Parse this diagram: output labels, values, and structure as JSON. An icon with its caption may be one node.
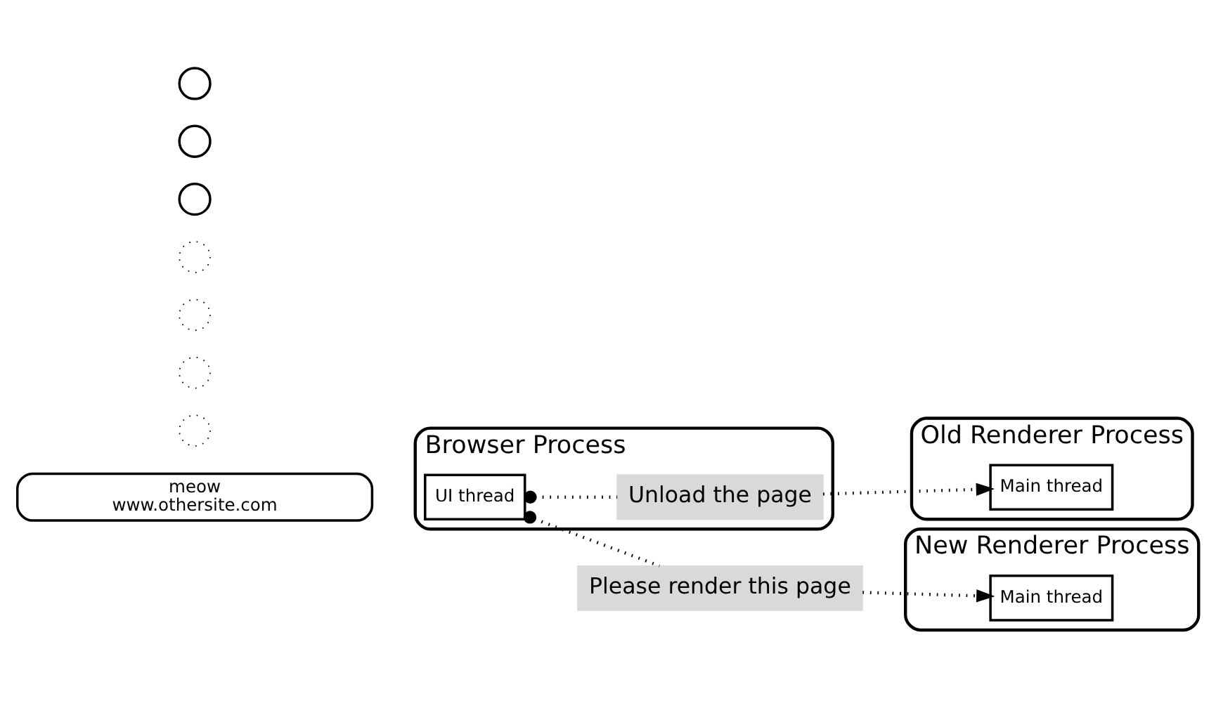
{
  "diagram": {
    "nodes": [
      {
        "text": [
          "meow",
          "www.othersite.com"
        ]
      },
      {
        "text": [
          "Browser Process"
        ]
      },
      {
        "text": [
          "UI thread"
        ],
        "in": 1
      },
      {
        "text": [
          "Please render this page"
        ]
      },
      {
        "text": [
          "Unload the page"
        ],
        "in": 1
      },
      {
        "text": [
          "New Renderer Process"
        ]
      },
      {
        "text": [
          "Main thread"
        ],
        "in": 5
      },
      {
        "text": [
          "Old Renderer Process"
        ]
      },
      {
        "text": [
          "Main thread"
        ],
        "in": 7
      },
      {
        "text": [],
        "shape": "circle"
      },
      {
        "text": [],
        "shape": "circle"
      },
      {
        "text": [],
        "shape": "circle"
      },
      {
        "text": [],
        "shape": "circle"
      },
      {
        "text": [],
        "shape": "circle"
      },
      {
        "text": [],
        "shape": "circle"
      },
      {
        "text": [],
        "shape": "circle"
      }
    ],
    "edges": [
      {
        "from": 2,
        "to": 3,
        "arrow": "other",
        "style": "dashed"
      },
      {
        "from": 3,
        "to": 6,
        "arrow": "to",
        "style": "dashed"
      },
      {
        "from": 2,
        "to": 4,
        "arrow": "other",
        "style": "dashed"
      },
      {
        "from": 4,
        "to": 8,
        "arrow": "to",
        "style": "dashed"
      }
    ]
  }
}
